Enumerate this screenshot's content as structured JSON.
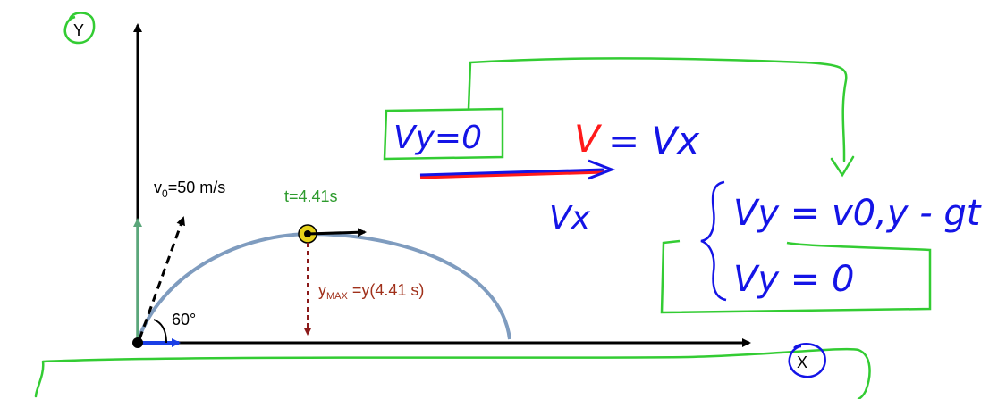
{
  "axes": {
    "y_label": "Y",
    "x_label": "X"
  },
  "projectile": {
    "v0_symbol": "v",
    "v0_subscript": "0",
    "v0_value": "=50 m/s",
    "angle_label": "60°",
    "time_label": "t=4.41s",
    "ymax_symbol": "y",
    "ymax_subscript": "MAX",
    "ymax_expr": " =y(4.41 s)"
  },
  "annotations": {
    "vy_zero_box": "Vy=0",
    "v_symbol": "V",
    "v_equals_vx": "= Vx",
    "vx_label": "Vx",
    "eq_line1": "Vy = v0,y - gt",
    "eq_line2": "Vy = 0"
  },
  "colors": {
    "axis": "#000000",
    "trajectory": "#7f9cbf",
    "green_pen": "#33cc33",
    "blue_pen": "#1414e6",
    "red_pen": "#ff1a1a",
    "time_label": "#2e9b2e",
    "ymax": "#a0301a",
    "vy_arrow": "#5aa67a",
    "vx_arrow": "#1a3fe6",
    "ball": "#e6d21a"
  }
}
